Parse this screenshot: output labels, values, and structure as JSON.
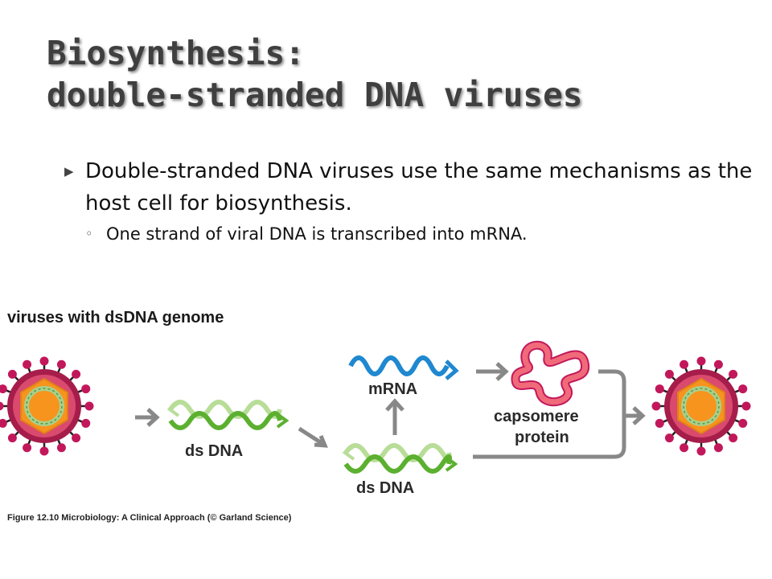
{
  "slide": {
    "title_line1": "Biosynthesis:",
    "title_line2": "double-stranded DNA viruses",
    "bullets": [
      {
        "text": "Double-stranded DNA viruses use the same mechanisms as the host cell for biosynthesis.",
        "sub": [
          "One strand of viral DNA is transcribed into mRNA."
        ]
      }
    ],
    "bullet_marker": "▶",
    "sub_marker": "◦"
  },
  "figure": {
    "heading": "viruses with dsDNA genome",
    "labels": {
      "ds_dna_left": "ds DNA",
      "mrna": "mRNA",
      "ds_dna_bottom": "ds DNA",
      "capsomere_line1": "capsomere",
      "capsomere_line2": "protein"
    },
    "caption": "Figure 12.10  Microbiology: A Clinical Approach (© Garland Science)",
    "colors": {
      "virus_spike": "#c2185b",
      "virus_outer": "#a61d4b",
      "capsid": "#f7941d",
      "genome_ring": "#a8d08d",
      "dna_dark": "#5cb030",
      "dna_light": "#b8dd98",
      "mrna": "#1f88d0",
      "protein": "#f06a7a",
      "arrow_gray": "#888888"
    }
  }
}
